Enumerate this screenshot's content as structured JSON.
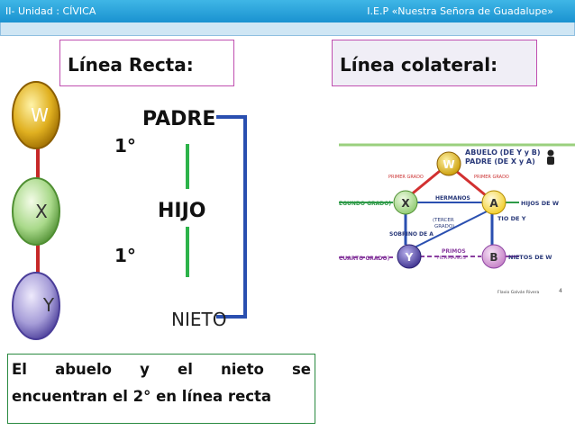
{
  "header": {
    "unit": "II- Unidad : CÍVICA",
    "school": "I.E.P «Nuestra Señora de Guadalupe»"
  },
  "left_title": "Línea Recta:",
  "right_title": "Línea colateral:",
  "straight_line": {
    "nodes": [
      "W",
      "X",
      "Y"
    ],
    "labels": {
      "padre": "PADRE",
      "hijo": "HIJO",
      "nieto": "NIETO"
    },
    "degree_1": "1°",
    "degree_2": "1°"
  },
  "caption": {
    "words_line1": [
      "El",
      "abuelo",
      "y",
      "el",
      "nieto",
      "se"
    ],
    "line2": "encuentran el 2° en línea recta"
  },
  "collateral": {
    "node_w": "W",
    "node_x": "X",
    "node_a": "A",
    "node_y": "Y",
    "node_b": "B",
    "abuelo": "ABUELO (DE Y y B)",
    "padre": "PADRE (DE X y A)",
    "primer_grado_1": "PRIMER GRADO",
    "primer_grado_2": "PRIMER GRADO",
    "segundo_grado": "EGUNDO GRADO)",
    "hermanos": "HERMANOS",
    "hijos": "HIJOS DE W",
    "tercer": "(TERCER",
    "grado": "GRADO)",
    "tio": "TIO DE Y",
    "sobrino": "SOBRINO DE A",
    "cuarto_grado": "CUARTO GRADO)",
    "primos": "PRIMOS",
    "hermanos2": "HERMANOS",
    "nietos": "NIETOS DE W",
    "author": "Flavio Galván Rivera",
    "page": "4"
  },
  "colors": {
    "header": "#1a92d0",
    "title_border": "#c04fb0",
    "gold": "#d8a410",
    "green": "#3aa535",
    "purple": "#4a3d99",
    "pink": "#c37cc4",
    "bracket": "#2a4fb0"
  }
}
